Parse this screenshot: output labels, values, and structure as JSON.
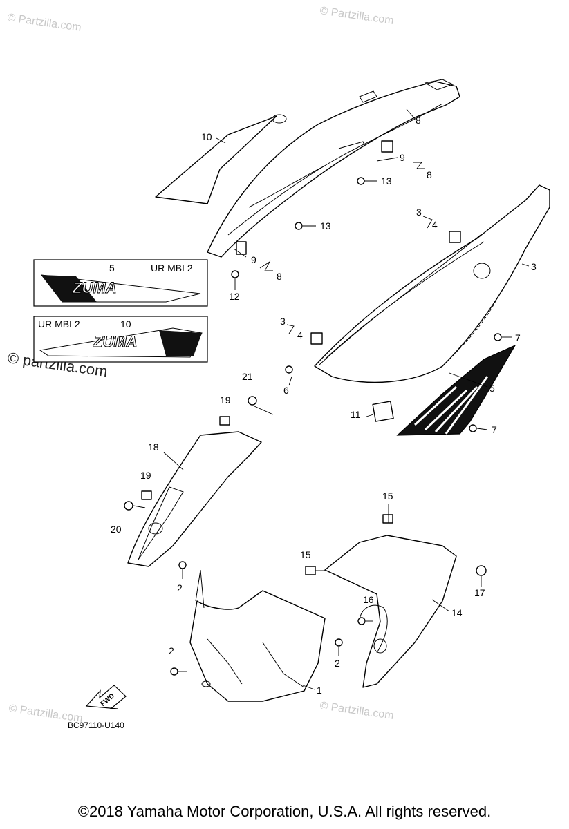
{
  "watermark": "Partzilla.com",
  "watermark_large": "partzilla.com",
  "diagram_code": "BC97110-U140",
  "fwd_label": "FWD",
  "copyright": "©2018 Yamaha Motor Corporation, U.S.A. All rights reserved.",
  "decal_boxes": [
    {
      "ref": "5",
      "code": "UR MBL2",
      "logo": "ZUMA"
    },
    {
      "ref": "10",
      "code": "UR MBL2",
      "logo": "ZUMA"
    }
  ],
  "callouts": [
    "10",
    "8",
    "9",
    "8",
    "13",
    "13",
    "9",
    "8",
    "12",
    "3",
    "4",
    "3",
    "3",
    "4",
    "7",
    "6",
    "5",
    "11",
    "7",
    "21",
    "19",
    "18",
    "19",
    "20",
    "15",
    "15",
    "17",
    "2",
    "16",
    "14",
    "2",
    "2",
    "1"
  ],
  "colors": {
    "line": "#000000",
    "watermark": "#c8c8c8",
    "background": "#ffffff"
  }
}
